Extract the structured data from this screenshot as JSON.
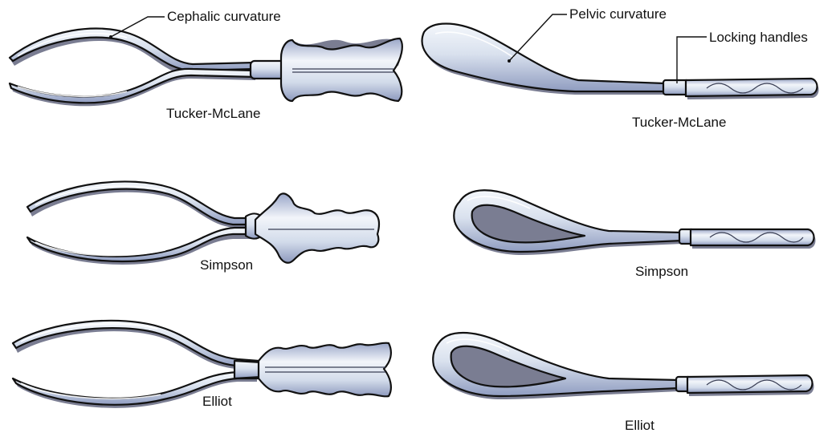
{
  "labels": {
    "cephalic_curvature": "Cephalic curvature",
    "pelvic_curvature": "Pelvic curvature",
    "locking_handles": "Locking handles",
    "tucker_mclane_left": "Tucker-McLane",
    "tucker_mclane_right": "Tucker-McLane",
    "simpson_left": "Simpson",
    "simpson_right": "Simpson",
    "elliot_left": "Elliot",
    "elliot_right": "Elliot"
  },
  "colors": {
    "metal_light": "#f4f7fb",
    "metal_mid": "#c9d4e6",
    "metal_dark": "#8f9cc0",
    "outline": "#111111",
    "text": "#111111"
  }
}
